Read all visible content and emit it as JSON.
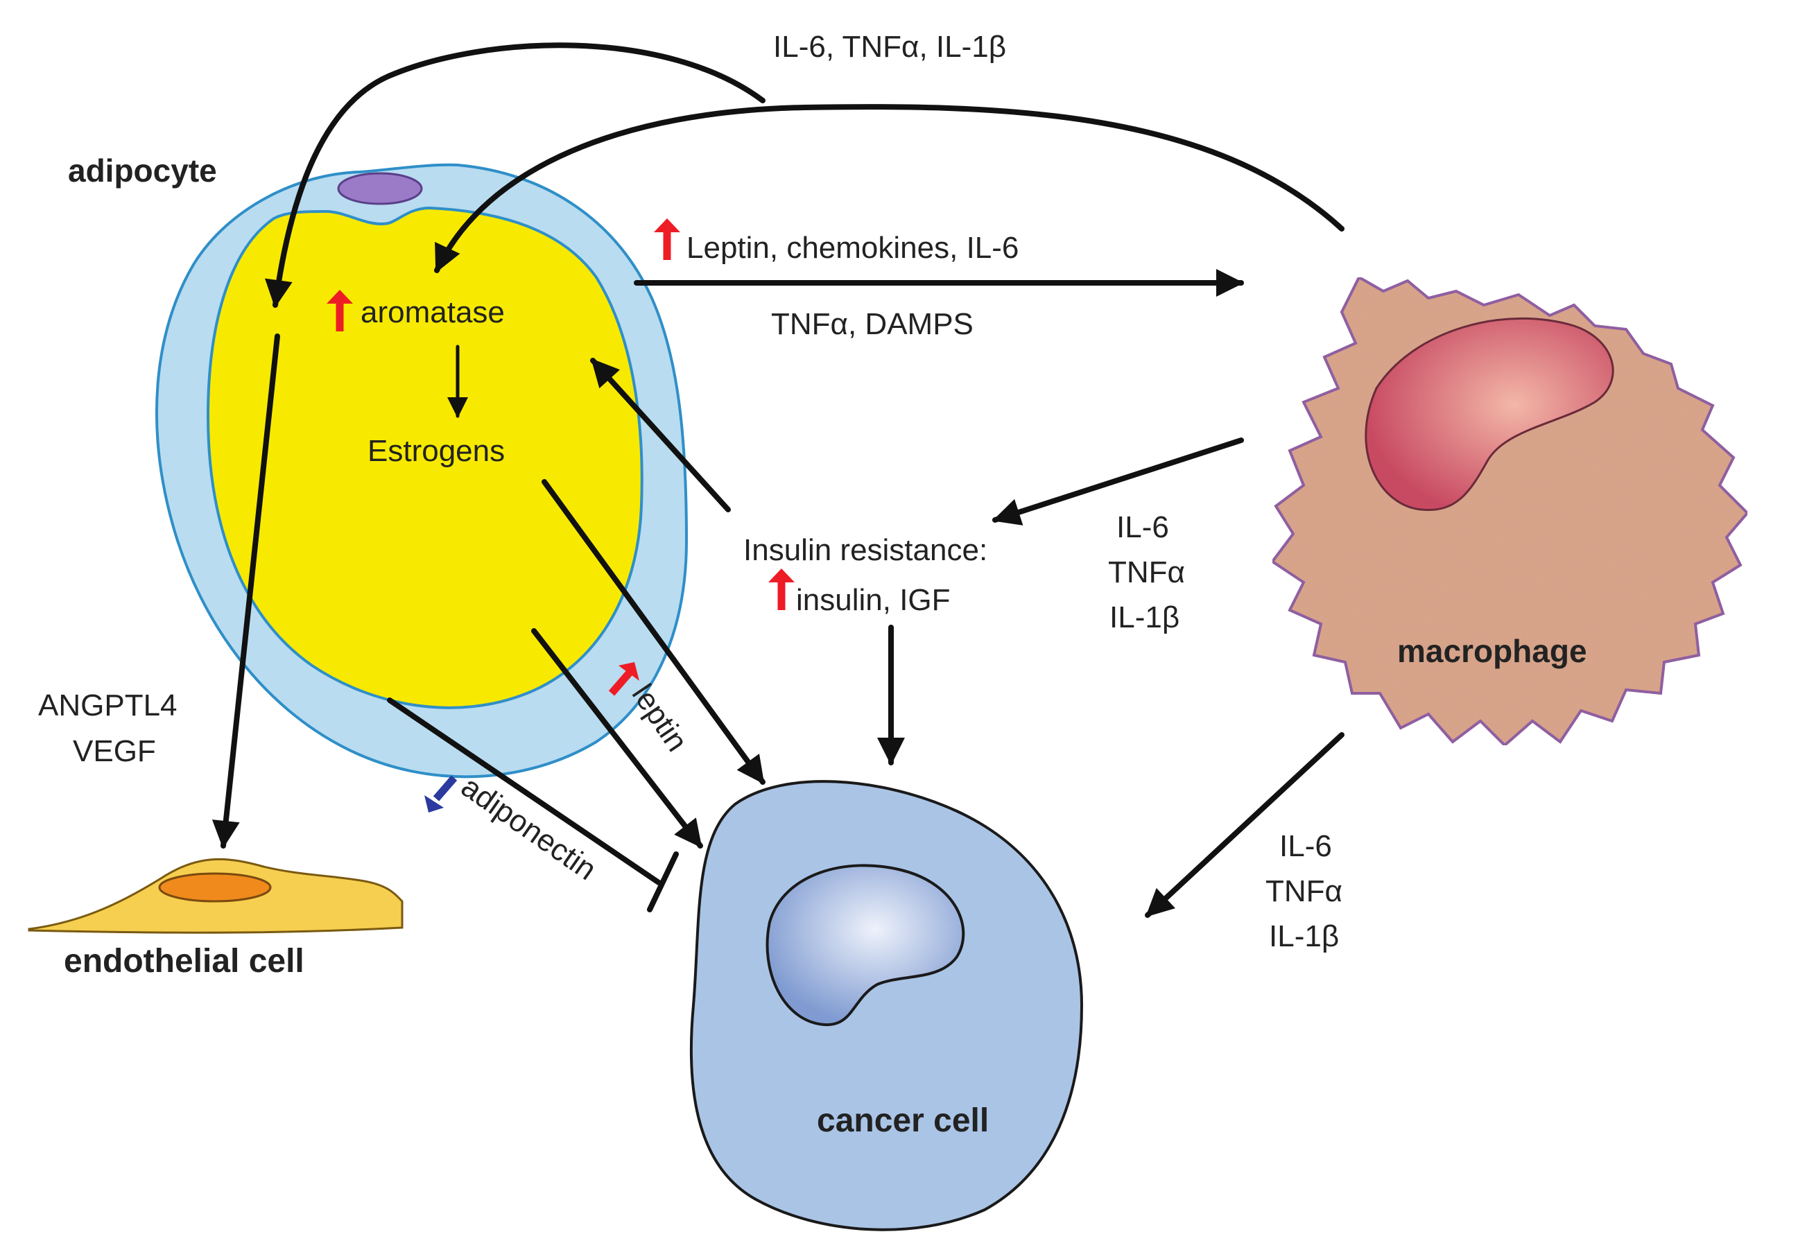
{
  "nodes": {
    "adipocyte": "adipocyte",
    "endothelial": "endothelial cell",
    "macrophage": "macrophage",
    "cancer": "cancer cell"
  },
  "labels": {
    "top_cytokines": "IL-6, TNFα, IL-1β",
    "leptin_chemokines": "Leptin, chemokines, IL-6",
    "tnf_damps": "TNFα, DAMPS",
    "aromatase": "aromatase",
    "estrogens": "Estrogens",
    "insulin_resistance": "Insulin resistance:",
    "insulin_igf": "insulin, IGF",
    "mac_mid": [
      "IL-6",
      "TNFα",
      "IL-1β"
    ],
    "mac_bottom": [
      "IL-6",
      "TNFα",
      "IL-1β"
    ],
    "angptl4": "ANGPTL4",
    "vegf": "VEGF",
    "leptin": "leptin",
    "adiponectin": "adiponectin"
  },
  "colors": {
    "adipocyte_outer": "#b9dcf0",
    "adipocyte_lipid": "#f7ea00",
    "adipocyte_border": "#2f8fc8",
    "nucleus_purple": "#9b7bc7",
    "macrophage_body": "#d9a184",
    "macrophage_border": "#8a4f9e",
    "macrophage_nucleus": "#c84a62",
    "cancer_body": "#aac4e6",
    "cancer_nucleus": "#7f9bd1",
    "endothelial_body": "#f6cf50",
    "endothelial_nucleus": "#f08a1c",
    "up_arrow": "#ee1c25",
    "down_arrow": "#2b3a9e"
  }
}
